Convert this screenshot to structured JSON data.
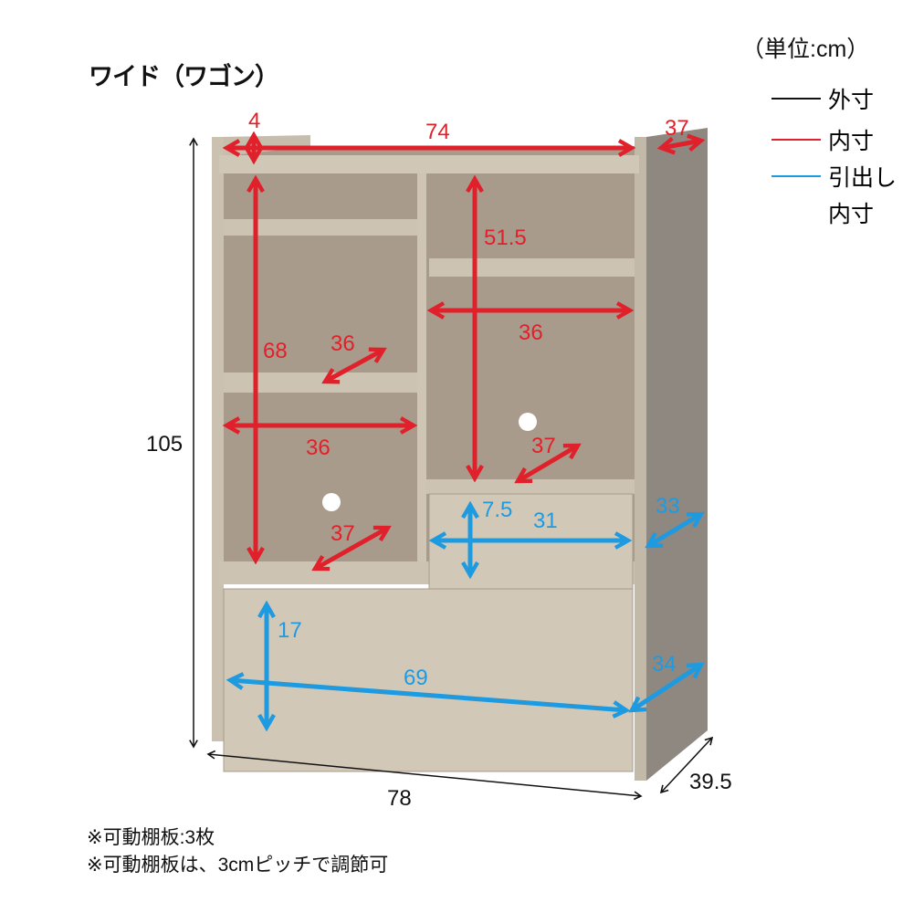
{
  "title": "ワイド（ワゴン）",
  "unit": "（単位:cm）",
  "legend": [
    {
      "label": "外寸",
      "color": "#111111"
    },
    {
      "label": "内寸",
      "color": "#e0202a"
    },
    {
      "label": "引出し",
      "color": "#1e9be0"
    },
    {
      "label": "内寸",
      "color": "#1e9be0"
    }
  ],
  "dimensions": {
    "outer_height": "105",
    "outer_width": "78",
    "outer_depth": "39.5",
    "top_rail_height": "4",
    "top_width": "74",
    "top_depth": "37",
    "left_column_height": "68",
    "right_upper_height": "51.5",
    "right_width": "36",
    "left_width": "36",
    "left_upper_depth": "36",
    "left_lower_depth": "37",
    "right_lower_depth": "37",
    "small_drawer_height": "7.5",
    "small_drawer_width": "31",
    "small_drawer_depth": "33",
    "large_drawer_height": "17",
    "large_drawer_width": "69",
    "large_drawer_depth": "34"
  },
  "notes": [
    "※可動棚板:3枚",
    "※可動棚板は、3cmピッチで調節可"
  ]
}
